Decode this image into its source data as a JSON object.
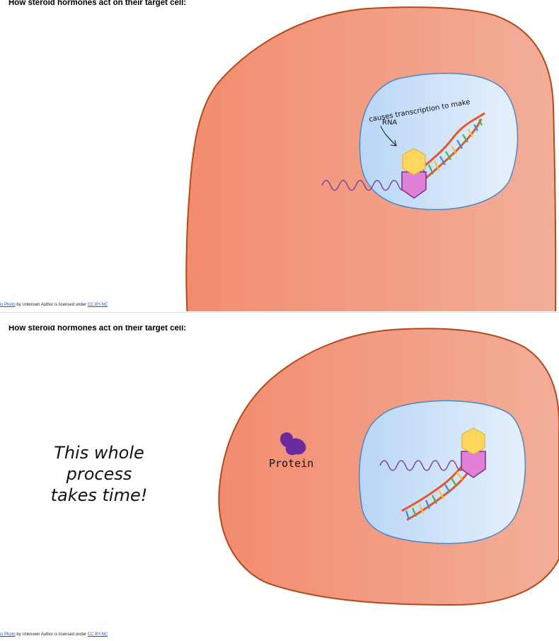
{
  "slide1": {
    "title": "How steroid hormones act on their target cell:",
    "annotation_line1": "causes transcription to make",
    "annotation_line2": "RNA",
    "credit": {
      "link1": "is Photo",
      "middle": " by Unknown Author is licensed under ",
      "link2": "CC BY-NC"
    }
  },
  "slide2": {
    "title": "How steroid hormones act on their target cell:",
    "note_line1": "This whole",
    "note_line2": "process",
    "note_line3": "takes time!",
    "protein_label": "Protein",
    "credit": {
      "link1": "is Photo",
      "middle": " by Unknown Author is licensed under ",
      "link2": "CC BY-NC"
    }
  },
  "colors": {
    "cell_fill_left": "#f28c6f",
    "cell_fill_right": "#f2ae98",
    "cell_outline": "#b5471c",
    "nucleus_fill_left": "#bcd8f7",
    "nucleus_fill_right": "#e3effc",
    "nucleus_outline": "#4a87c9",
    "hormone_yellow": "#ffd65c",
    "receptor_pink": "#e07fd6",
    "mrna_purple": "#7b3fa0",
    "protein_purple": "#6a2aa0"
  },
  "icons": [
    "dna-helix-icon",
    "hormone-hexagon-icon",
    "receptor-pentagon-icon",
    "mrna-wave-icon",
    "protein-blob-icon",
    "arrow-icon"
  ]
}
